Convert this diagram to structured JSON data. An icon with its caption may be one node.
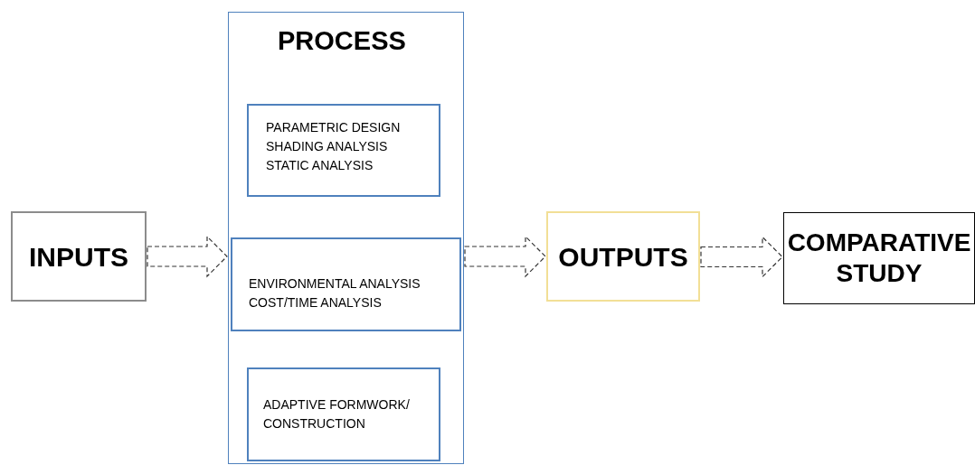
{
  "diagram": {
    "nodes": [
      {
        "text": [
          "INPUTS"
        ]
      },
      {
        "text": [
          "PROCESS"
        ]
      },
      {
        "text": [
          "PARAMETRIC DESIGN SHADING ANALYSIS STATIC ANALYSIS"
        ],
        "in": 1
      },
      {
        "text": [
          "ENVIRONMENTAL ANALYSIS COST/TIME ANALYSIS"
        ],
        "in": 1
      },
      {
        "text": [
          "ADAPTIVE FORMWORK/ CONSTRUCTION"
        ],
        "in": 1
      },
      {
        "text": [
          "OUTPUTS"
        ]
      },
      {
        "text": [
          "COMPARATIVE STUDY"
        ]
      }
    ],
    "edges": [
      {
        "from": 0,
        "to": 1,
        "arrow": "to",
        "style": "dashed"
      },
      {
        "from": 1,
        "to": 5,
        "arrow": "to",
        "style": "dashed"
      },
      {
        "from": 5,
        "to": 6,
        "arrow": "to",
        "style": "dashed"
      }
    ]
  }
}
